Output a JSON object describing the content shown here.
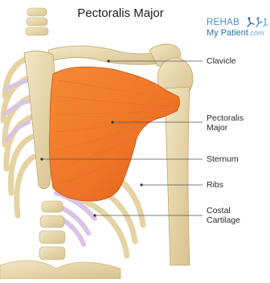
{
  "title": "Pectoralis Major",
  "logo": {
    "line1": "REHAB",
    "line2_main": "My Patient",
    "line2_domain": ".com"
  },
  "labels": {
    "clavicle": "Clavicle",
    "pectoralis_line1": "Pectoralis",
    "pectoralis_line2": "Major",
    "sternum": "Sternum",
    "ribs": "Ribs",
    "costal_line1": "Costal",
    "costal_line2": "Cartilage"
  },
  "colors": {
    "muscle": "#f07a2a",
    "muscle_dark": "#d9561a",
    "bone": "#ecdcb0",
    "bone_shadow": "#c9b27a",
    "cartilage": "#d9c4e6",
    "leader": "#555555",
    "logo_text": "#4a90c8"
  },
  "icons": [
    "runner-icon"
  ]
}
